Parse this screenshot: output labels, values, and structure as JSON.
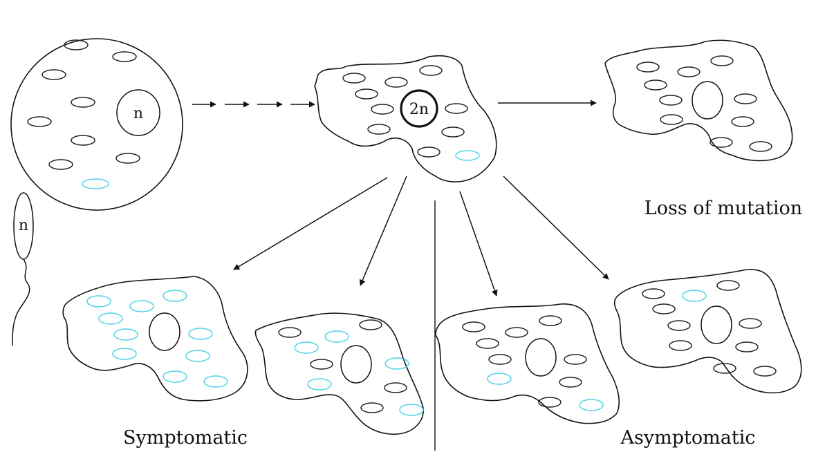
{
  "labels": {
    "egg_nucleus": "n",
    "sperm_nucleus": "n",
    "zygote_nucleus": "2n",
    "loss_caption": "Loss of mutation",
    "symptomatic_caption": "Symptomatic",
    "asymptomatic_caption": "Asymptomatic"
  },
  "colors": {
    "mutant_mitochondria": "#4dd4e6",
    "normal_mitochondria": "#222222",
    "outline": "#111111"
  }
}
